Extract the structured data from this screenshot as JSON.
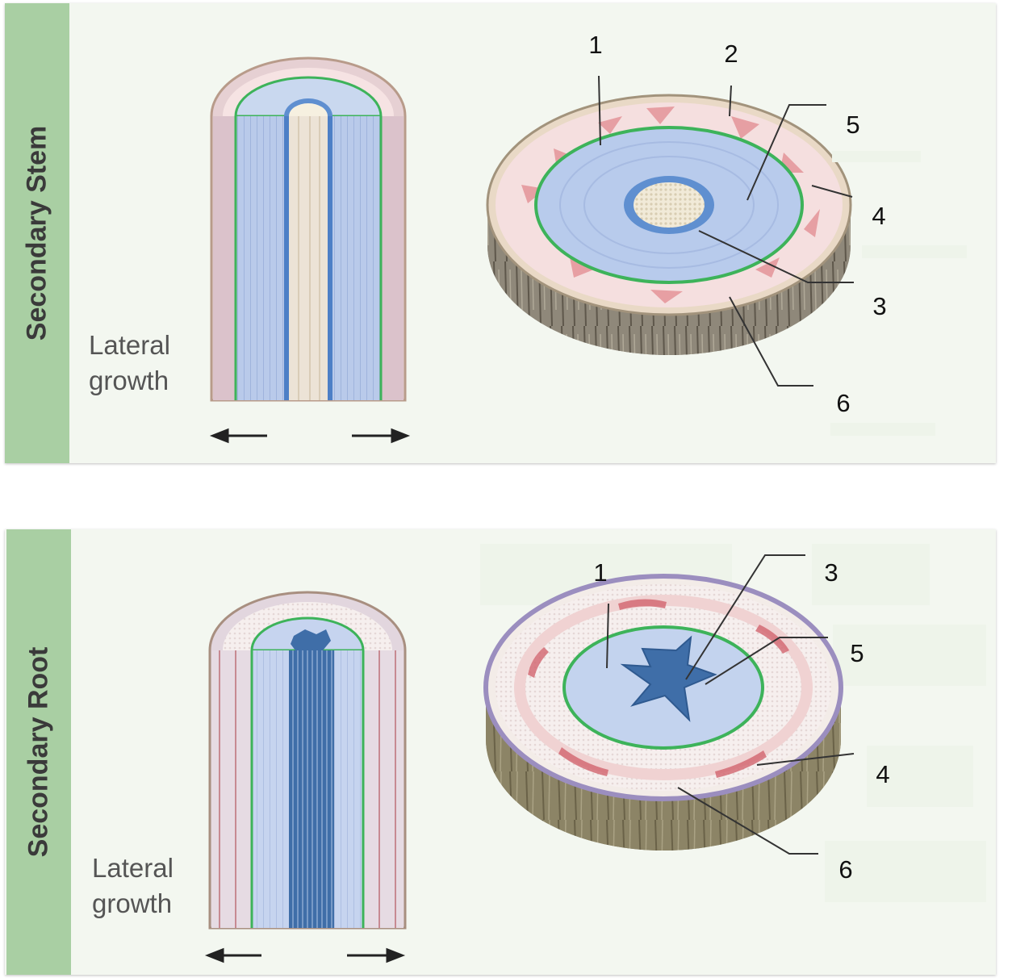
{
  "stem": {
    "side_label": "Secondary Stem",
    "lateral": [
      "Lateral",
      "growth"
    ],
    "labels": [
      "1",
      "2",
      "5",
      "4",
      "3",
      "6"
    ]
  },
  "root": {
    "side_label": "Secondary Root",
    "lateral": [
      "Lateral",
      "growth"
    ],
    "labels": [
      "1",
      "3",
      "5",
      "4",
      "6"
    ]
  },
  "colors": {
    "side_bar": "#a9cfa3",
    "panel_bg": "#f3f7f0",
    "cambium_green": "#3db35a",
    "xylem_blue": "#b7c9ea",
    "phloem_pink": "#f3d6d6",
    "bark_gray": "#8a8272"
  }
}
